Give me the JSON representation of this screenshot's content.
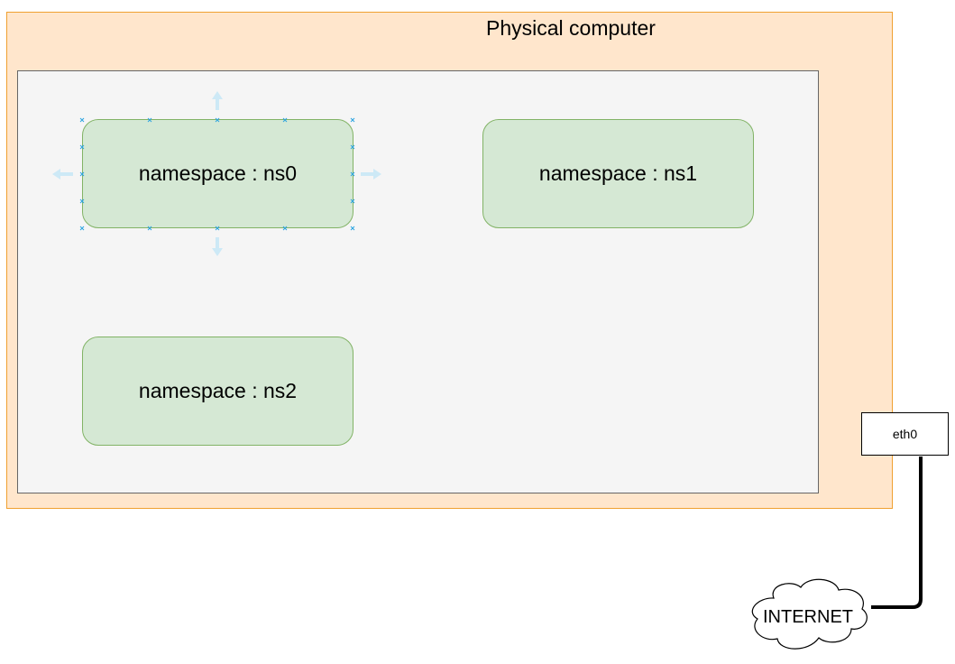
{
  "diagram": {
    "physical_computer": {
      "label": "Physical computer"
    },
    "namespaces": [
      {
        "id": "ns0",
        "label": "namespace : ns0",
        "selected": true
      },
      {
        "id": "ns1",
        "label": "namespace : ns1",
        "selected": false
      },
      {
        "id": "ns2",
        "label": "namespace : ns2",
        "selected": false
      }
    ],
    "interface": {
      "label": "eth0"
    },
    "cloud": {
      "label": "INTERNET"
    },
    "colors": {
      "physical_fill": "#ffe6cc",
      "physical_border": "#f0a030",
      "host_fill": "#f5f5f5",
      "namespace_fill": "#d5e8d4",
      "namespace_border": "#82b366",
      "selection_handle": "#29a3e0",
      "connector": "#000000"
    },
    "icons": [
      "selection-handle-icon",
      "resize-arrow-icon",
      "cloud-icon"
    ]
  }
}
